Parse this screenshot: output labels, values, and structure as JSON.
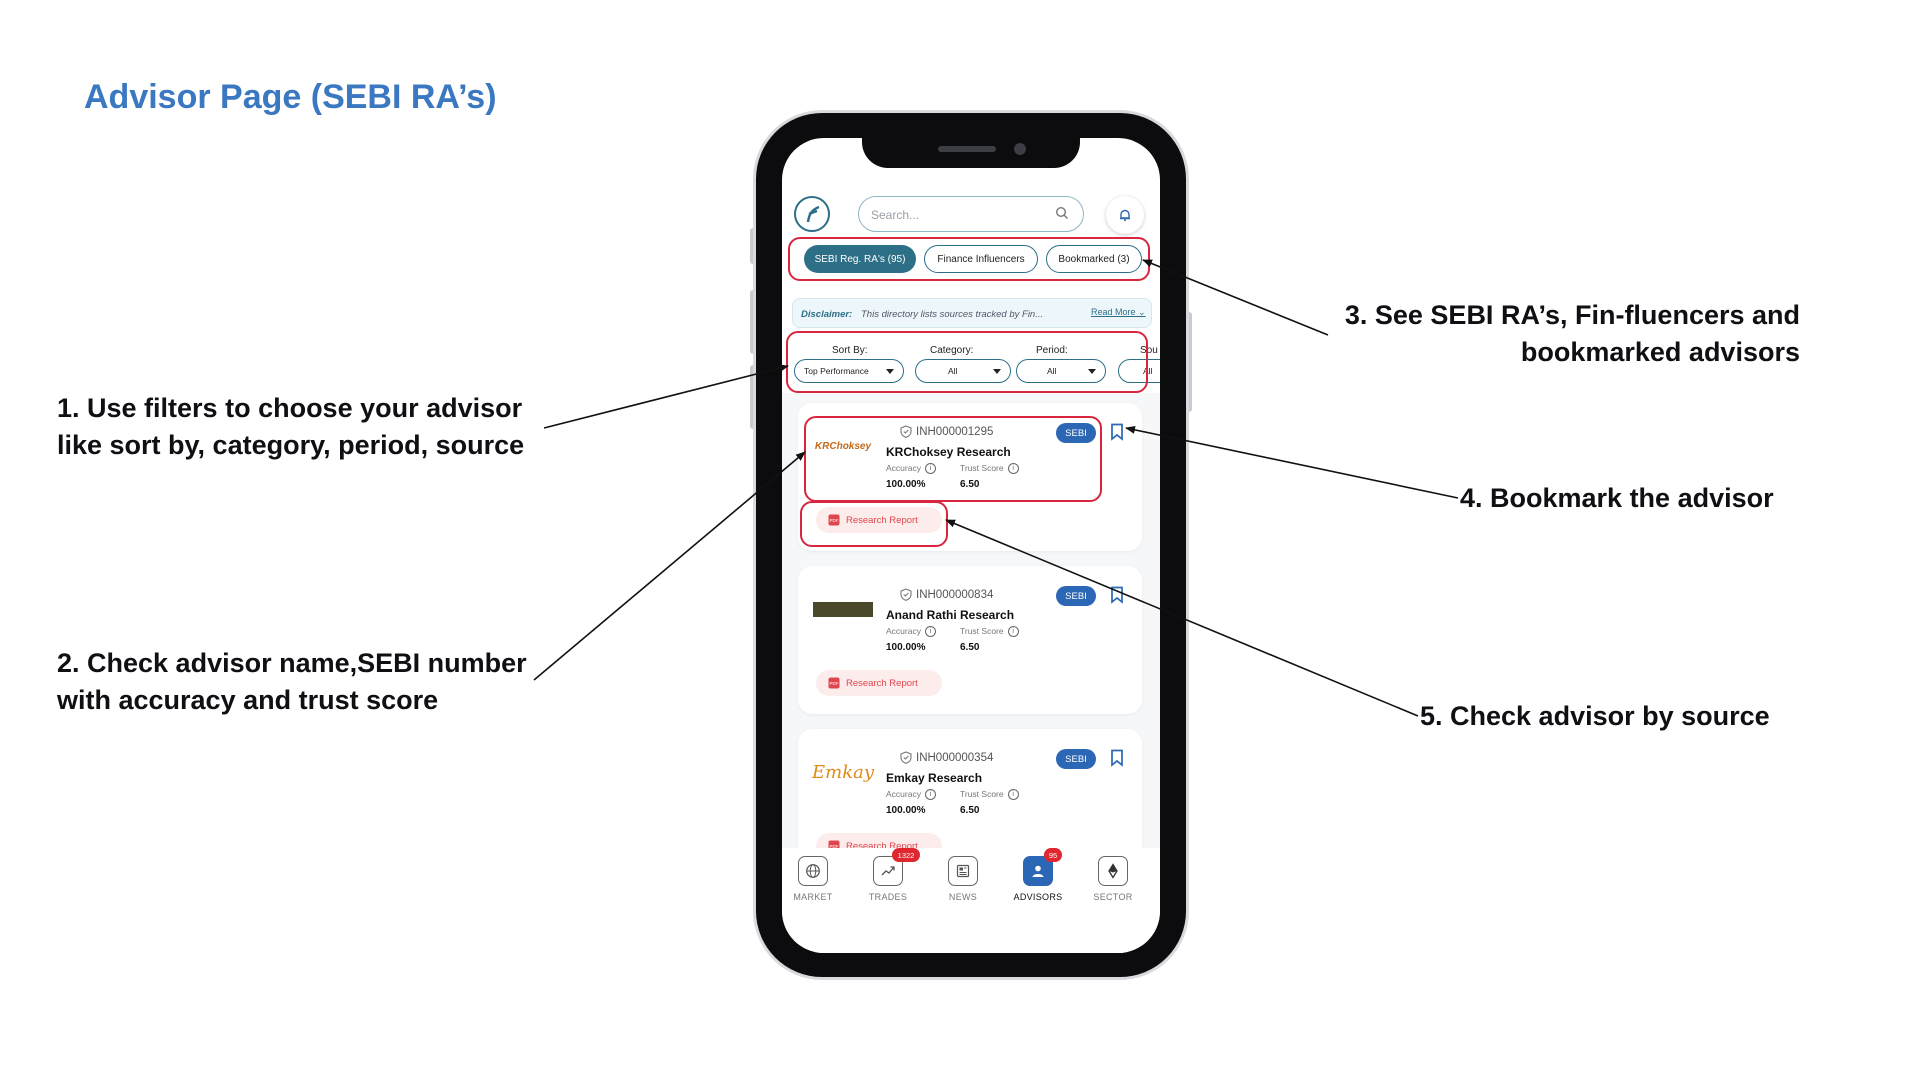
{
  "slide": {
    "title": "Advisor Page (SEBI RA’s)",
    "notes": {
      "n1_line1": "1. Use filters to choose your advisor",
      "n1_line2": "like sort by, category, period, source",
      "n2_line1": "2. Check advisor name,SEBI number",
      "n2_line2": "with accuracy and trust score",
      "n3_line1": "3. See SEBI RA’s, Fin-fluencers and",
      "n3_line2": "bookmarked advisors",
      "n4": "4. Bookmark the advisor",
      "n5": "5. Check advisor by source"
    },
    "highlight_color": "#d7263d",
    "title_color": "#3a78c2"
  },
  "app": {
    "search_placeholder": "Search...",
    "tabs": [
      {
        "label": "SEBI Reg. RA's (95)",
        "active": true
      },
      {
        "label": "Finance Influencers",
        "active": false
      },
      {
        "label": "Bookmarked (3)",
        "active": false
      }
    ],
    "disclaimer": {
      "label": "Disclaimer:",
      "text": "This directory lists sources tracked by Fin...",
      "read_more": "Read More"
    },
    "filters": [
      {
        "label": "Sort By:",
        "value": "Top Performance"
      },
      {
        "label": "Category:",
        "value": "All"
      },
      {
        "label": "Period:",
        "value": "All"
      },
      {
        "label": "Sou",
        "value": "All"
      }
    ],
    "advisors": [
      {
        "sebi_no": "INH000001295",
        "name": "KRChoksey Research",
        "accuracy_label": "Accuracy",
        "accuracy": "100.00%",
        "trust_label": "Trust Score",
        "trust": "6.50",
        "badge": "SEBI",
        "report": "Research Report",
        "logo_text": "KRChoksey"
      },
      {
        "sebi_no": "INH000000834",
        "name": "Anand Rathi Research",
        "accuracy_label": "Accuracy",
        "accuracy": "100.00%",
        "trust_label": "Trust Score",
        "trust": "6.50",
        "badge": "SEBI",
        "report": "Research Report",
        "logo_text": ""
      },
      {
        "sebi_no": "INH000000354",
        "name": "Emkay Research",
        "accuracy_label": "Accuracy",
        "accuracy": "100.00%",
        "trust_label": "Trust Score",
        "trust": "6.50",
        "badge": "SEBI",
        "report": "Research Report",
        "logo_text": "Emkay"
      }
    ],
    "nav": [
      {
        "label": "MARKET",
        "icon": "globe-icon",
        "badge": ""
      },
      {
        "label": "TRADES",
        "icon": "trending-up-icon",
        "badge": "1322"
      },
      {
        "label": "NEWS",
        "icon": "newspaper-icon",
        "badge": ""
      },
      {
        "label": "ADVISORS",
        "icon": "user-icon",
        "badge": "95",
        "active": true
      },
      {
        "label": "SECTOR",
        "icon": "sector-icon",
        "badge": ""
      }
    ],
    "colors": {
      "primary": "#2d6f86",
      "sebi_badge": "#2b67b4",
      "report": "#e0464d",
      "badge_red": "#e0262f"
    }
  }
}
